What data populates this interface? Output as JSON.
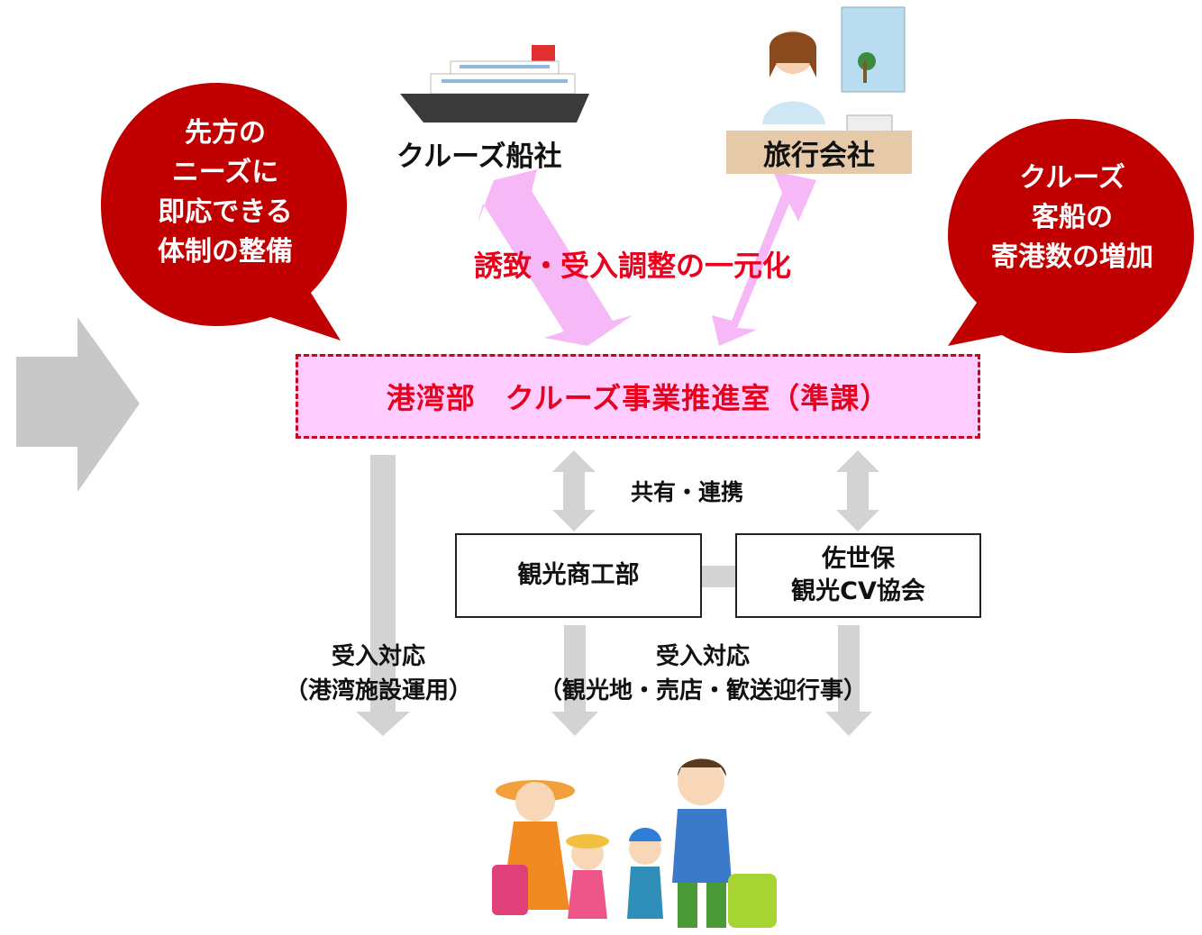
{
  "bubbles": {
    "left": [
      "先方の",
      "ニーズに",
      "即応できる",
      "体制の整備"
    ],
    "right": [
      "クルーズ",
      "客船の",
      "寄港数の増加"
    ]
  },
  "top_entities": {
    "cruise_company": "クルーズ船社",
    "travel_agency": "旅行会社"
  },
  "center_message": "誘致・受入調整の一元化",
  "main_office": "港湾部　クルーズ事業推進室（準課）",
  "collaboration_label": "共有・連携",
  "orgs": {
    "tourism_dept": "観光商工部",
    "cv_association": [
      "佐世保",
      "観光CV協会"
    ]
  },
  "responses": {
    "port": [
      "受入対応",
      "（港湾施設運用）"
    ],
    "tourism": [
      "受入対応",
      "（観光地・売店・歓送迎行事）"
    ]
  },
  "colors": {
    "bubble_red": "#c00000",
    "accent_red": "#e8001c",
    "pink_fill": "#ffccff",
    "arrow_pink": "#f6b8f6",
    "arrow_gray": "#d3d3d3",
    "big_arrow_gray": "#c8c8c8"
  },
  "icons": [
    "cruise-ship-icon",
    "travel-agent-icon",
    "tourist-family-icon"
  ]
}
